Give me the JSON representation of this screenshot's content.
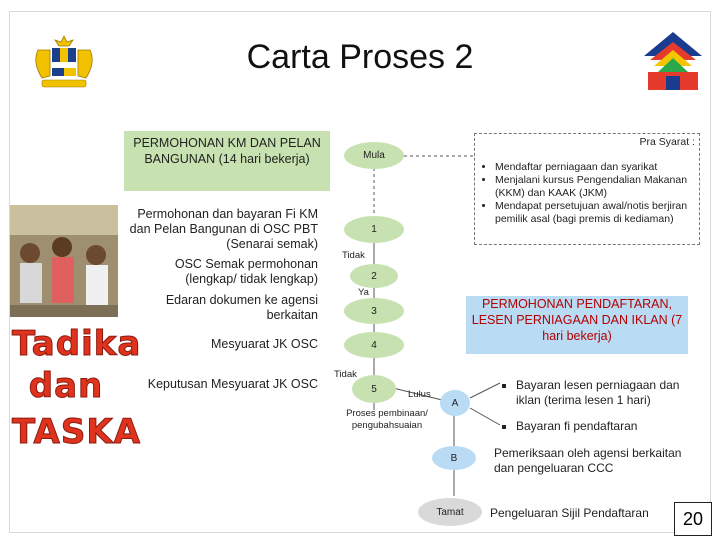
{
  "title": "Carta Proses 2",
  "left_column": {
    "box_top": "PERMOHONAN KM DAN PELAN BANGUNAN (14 hari bekerja)",
    "step1": "Permohonan dan bayaran Fi KM dan Pelan Bangunan di OSC PBT (Senarai semak)",
    "step2": "OSC Semak permohonan (lengkap/ tidak lengkap)",
    "step3": "Edaran dokumen ke agensi berkaitan",
    "step4": "Mesyuarat JK OSC",
    "step5": "Keputusan Mesyuarat JK OSC"
  },
  "flow": {
    "mula": "Mula",
    "n1": "1",
    "n2": "2",
    "n3": "3",
    "n4": "4",
    "n5": "5",
    "tidak1": "Tidak",
    "ya": "Ya",
    "tidak2": "Tidak",
    "lulus": "Lulus",
    "a": "A",
    "b": "B",
    "tamat": "Tamat",
    "proses": "Proses pembinaan/ pengubahsuaian"
  },
  "pra_syarat": {
    "heading": "Pra Syarat :",
    "items": [
      "Mendaftar perniagaan dan syarikat",
      "Menjalani kursus Pengendalian Makanan (KKM) dan KAAK (JKM)",
      "Mendapat persetujuan awal/notis berjiran pemilik asal (bagi premis di kediaman)"
    ]
  },
  "box_right": "PERMOHONAN PENDAFTARAN, LESEN PERNIAGAAN DAN IKLAN (7 hari bekerja)",
  "right_notes": {
    "bayaran_lesen": "Bayaran lesen perniagaan dan iklan (terima lesen 1 hari)",
    "bayaran_fi": "Bayaran fi pendaftaran",
    "pemeriksaan": "Pemeriksaan oleh agensi berkaitan dan pengeluaran CCC",
    "pengeluaran": "Pengeluaran Sijil Pendaftaran"
  },
  "side_text": [
    "Tadika",
    "dan",
    "TASKA"
  ],
  "page_number": "20",
  "colors": {
    "green_box": "#c7e2b0",
    "blue_box": "#b9dbf4",
    "red_text": "#b30000",
    "tadika_red": "#e0331d"
  }
}
